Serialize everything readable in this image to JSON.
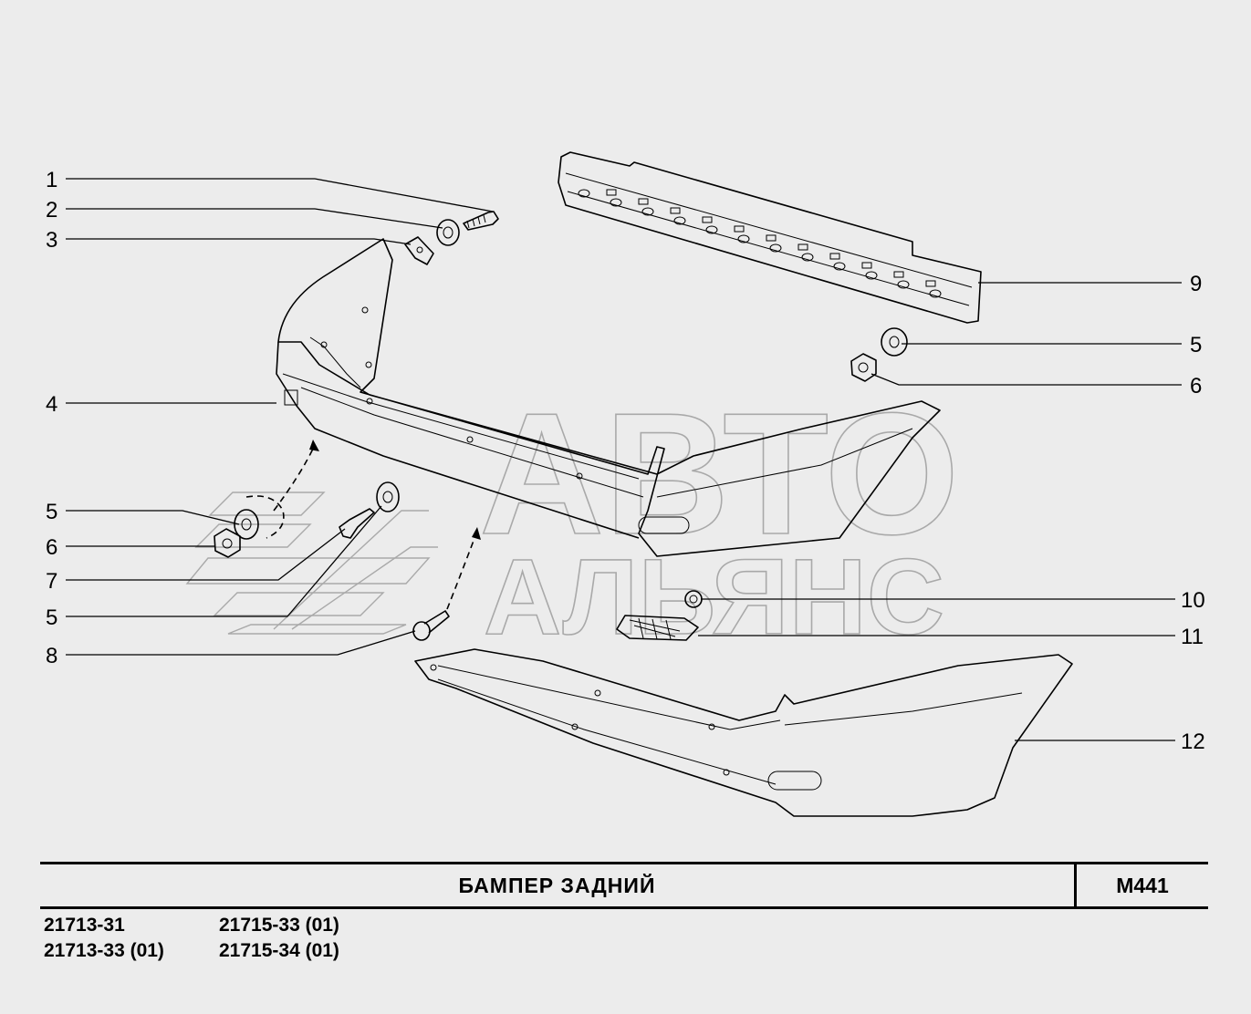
{
  "title": "БАМПЕР   ЗАДНИЙ",
  "sheet_code": "М441",
  "models": {
    "col1": [
      "21713-31",
      "21713-33 (01)"
    ],
    "col2": [
      "21715-33 (01)",
      "21715-34 (01)"
    ]
  },
  "watermark": {
    "line1": "АВТО",
    "line2": "АЛЬЯНС"
  },
  "callouts": {
    "left": [
      "1",
      "2",
      "3",
      "4",
      "5",
      "6",
      "7",
      "5",
      "8"
    ],
    "right": [
      "9",
      "5",
      "6",
      "10",
      "11",
      "12"
    ]
  }
}
